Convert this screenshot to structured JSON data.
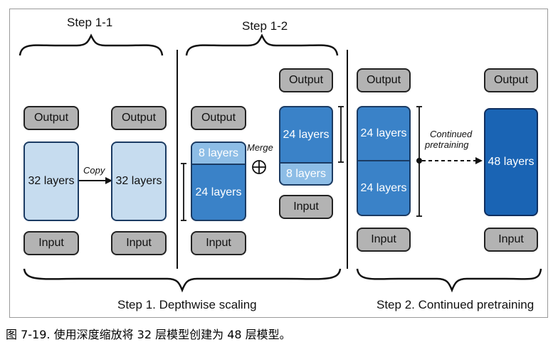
{
  "labels": {
    "step1_1": "Step 1-1",
    "step1_2": "Step 1-2",
    "step1": "Step 1. Depthwise scaling",
    "step2": "Step 2. Continued pretraining",
    "copy": "Copy",
    "merge": "Merge",
    "continued_line1": "Continued",
    "continued_line2": "pretraining"
  },
  "boxes": {
    "output": "Output",
    "input": "Input",
    "layers32": "32 layers",
    "layers8": "8 layers",
    "layers24": "24 layers",
    "layers48": "48 layers"
  },
  "caption": "图 7-19. 使用深度缩放将 32 层模型创建为 48 层模型。",
  "colors": {
    "gray_box": "#b3b3b3",
    "pale_blue": "#c6dcef",
    "mid_blue": "#3a82c8",
    "light_blue": "#8dbde6",
    "dark_blue": "#1a64b4"
  }
}
